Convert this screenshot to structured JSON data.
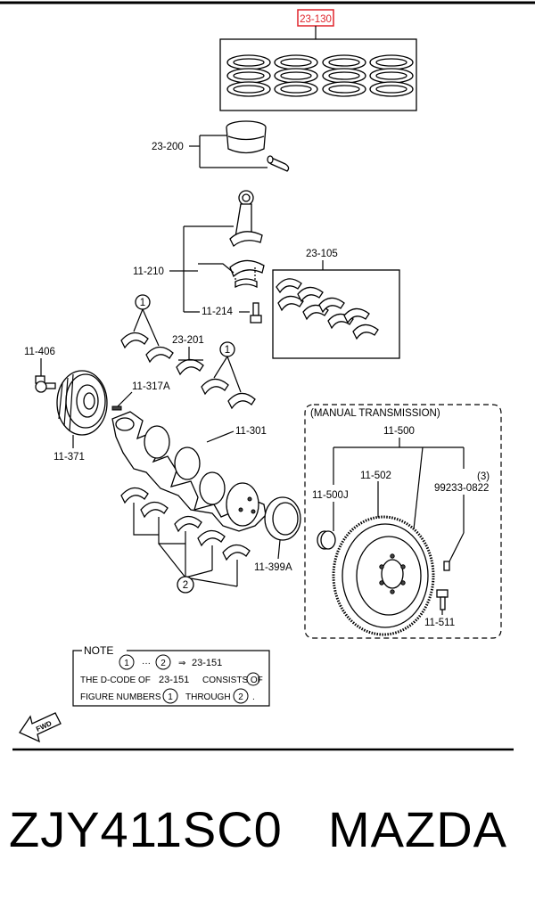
{
  "labels": {
    "piston_rings": "23-130",
    "piston": "23-200",
    "con_rod": "11-210",
    "con_rod_bolt": "11-214",
    "con_rod_bearings": "23-105",
    "main_bearing_mark_1": "1",
    "thrust_bearing": "23-201",
    "main_bearing_mark_1b": "1",
    "pulley_bolt": "11-406",
    "pulley_key": "11-317A",
    "pulley": "11-371",
    "crankshaft": "11-301",
    "main_bearing_mark_2": "2",
    "rear_seal": "11-399A",
    "manual_transmission": "(MANUAL TRANSMISSION)",
    "flywheel_assy": "11-500",
    "flywheel": "11-502",
    "pilot_bearing": "11-500J",
    "dowel_qty": "(3)",
    "dowel": "99233-0822",
    "flywheel_bolt": "11-511"
  },
  "note": {
    "title": "NOTE",
    "line1_mark_a": "1",
    "line1_dots": "···",
    "line1_mark_b": "2",
    "line1_arrow": "⇒",
    "line1_code": "23-151",
    "line2_a": "THE D-CODE OF",
    "line2_code": "23-151",
    "line2_b": "CONSISTS OF",
    "line3_a": "FIGURE NUMBERS",
    "line3_mark_a": "1",
    "line3_mid": "THROUGH",
    "line3_mark_b": "2",
    "line3_end": "."
  },
  "fwd_label": "FWD",
  "caption": {
    "part_code": "ZJY411SC0",
    "brand": "MAZDA"
  },
  "colors": {
    "highlight": "#e0242b",
    "ink": "#000000"
  }
}
